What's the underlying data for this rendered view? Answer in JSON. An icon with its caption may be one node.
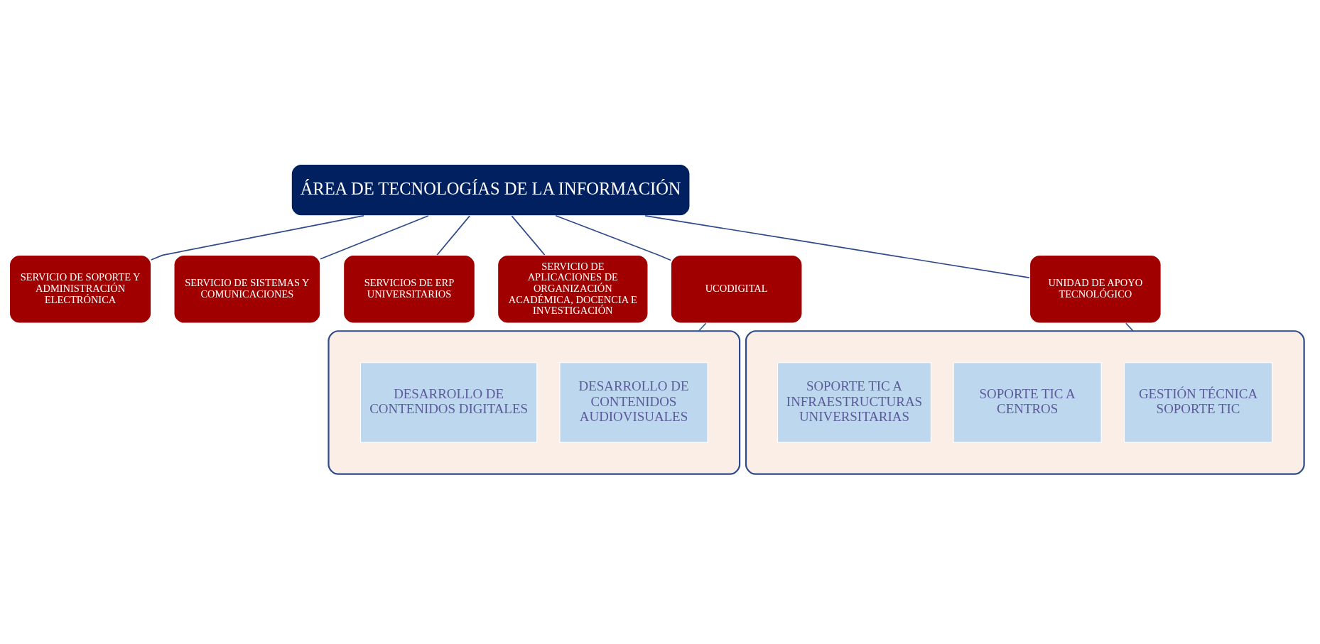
{
  "diagram": {
    "nodes": [
      {
        "text": [
          "ÁREA DE TECNOLOGÍAS DE LA INFORMACIÓN"
        ]
      },
      {
        "text": [
          "SERVICIO DE SOPORTE Y ADMINISTRACIÓN ELECTRÓNICA"
        ]
      },
      {
        "text": [
          "SERVICIO DE SISTEMAS Y COMUNICACIONES"
        ]
      },
      {
        "text": [
          "SERVICIOS DE ERP UNIVERSITARIOS"
        ]
      },
      {
        "text": [
          "SERVICIO DE APLICACIONES DE ORGANIZACIÓN ACADÉMICA, DOCENCIA E INVESTIGACIÓN"
        ]
      },
      {
        "text": [
          "UCODIGITAL"
        ]
      },
      {
        "text": [
          "UNIDAD DE APOYO TECNOLÓGICO"
        ]
      },
      {
        "text": [],
        "shape": "box"
      },
      {
        "text": [
          "DESARROLLO DE CONTENIDOS AUDIOVISUALES"
        ],
        "in": 7
      },
      {
        "text": [
          "DESARROLLO DE CONTENIDOS DIGITALES"
        ],
        "in": 7
      },
      {
        "text": [],
        "shape": "box"
      },
      {
        "text": [
          "GESTIÓN TÉCNICA SOPORTE TIC"
        ],
        "in": 10
      },
      {
        "text": [
          "SOPORTE TIC A CENTROS"
        ],
        "in": 10
      },
      {
        "text": [
          "SOPORTE TIC A INFRAESTRUCTURAS UNIVERSITARIAS"
        ],
        "in": 10
      }
    ],
    "edges": [
      {
        "from": 0,
        "to": 1,
        "arrow": "none"
      },
      {
        "from": 0,
        "to": 2,
        "arrow": "none"
      },
      {
        "from": 0,
        "to": 3,
        "arrow": "none"
      },
      {
        "from": 0,
        "to": 4,
        "arrow": "none"
      },
      {
        "from": 0,
        "to": 5,
        "arrow": "none"
      },
      {
        "from": 0,
        "to": 6,
        "arrow": "none"
      },
      {
        "from": 5,
        "to": 7,
        "arrow": "none",
        "color": "#1f5fa8"
      },
      {
        "from": 6,
        "to": 10,
        "arrow": "none"
      }
    ]
  }
}
